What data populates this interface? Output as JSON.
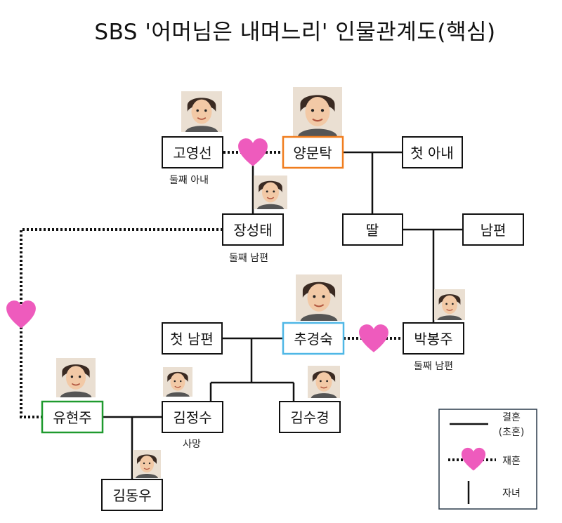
{
  "title": "SBS '어머님은 내며느리' 인물관계도(핵심)",
  "colors": {
    "heart": "#ee5bbd",
    "highlight_orange": "#f07d1e",
    "highlight_blue": "#4fb7e6",
    "highlight_green": "#1f9a2e",
    "line": "#111111"
  },
  "nodes": {
    "goyoungseon": "고영선",
    "yangmuntak": "양문탁",
    "cheot_anae": "첫 아내",
    "jangseongtae": "장성태",
    "ttal": "딸",
    "nampyeon": "남편",
    "cheot_nampyeon": "첫 남편",
    "chugyeongsuk": "추경숙",
    "parkbongju": "박봉주",
    "yuhyeonju": "유현주",
    "kimjeongsu": "김정수",
    "kimsugyeong": "김수경",
    "kimdongwoo": "김동우"
  },
  "captions": {
    "goyoungseon": "둘째 아내",
    "jangseongtae": "둘째 남편",
    "parkbongju": "둘째 남편",
    "kimjeongsu": "사망"
  },
  "legend": {
    "marriage": "결혼",
    "marriage_note": "(초혼)",
    "remarriage": "재혼",
    "child": "자녀"
  }
}
